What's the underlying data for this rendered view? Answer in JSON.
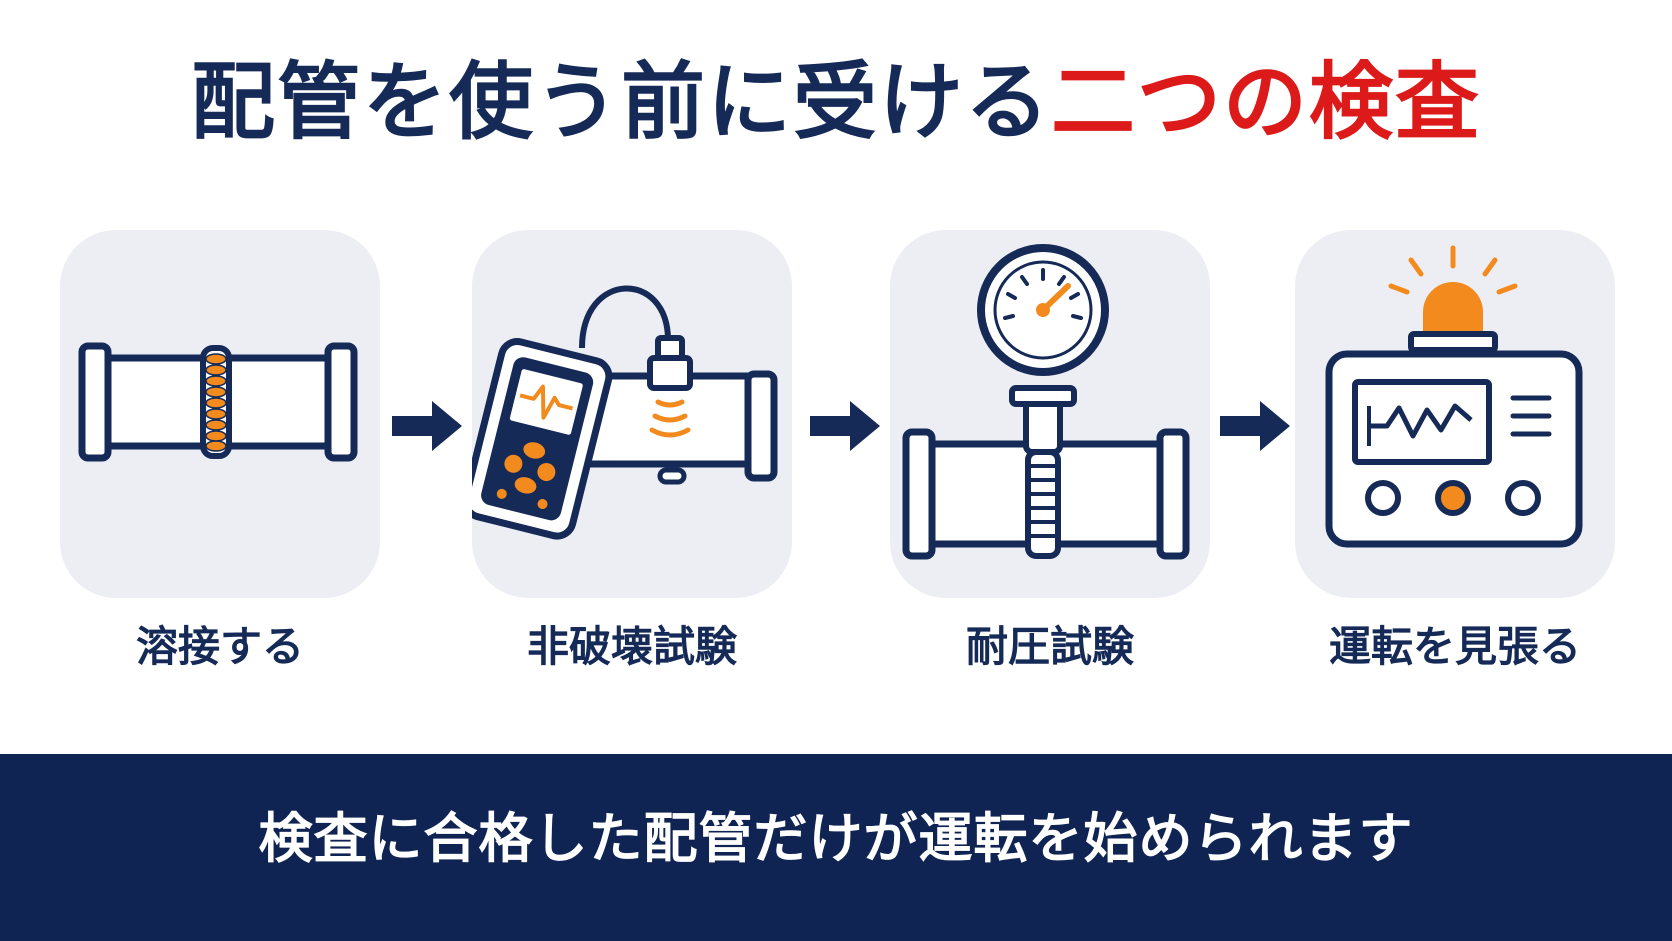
{
  "title": {
    "main": "配管を使う前に受ける",
    "accent": "二つの検査"
  },
  "steps": [
    {
      "label": "溶接する",
      "icon": "welded-pipe-icon"
    },
    {
      "label": "非破壊試験",
      "icon": "ultrasonic-tester-icon"
    },
    {
      "label": "耐圧試験",
      "icon": "pressure-gauge-icon"
    },
    {
      "label": "運転を見張る",
      "icon": "monitor-alarm-icon"
    }
  ],
  "footer": {
    "text": "検査に合格した配管だけが運転を始められます"
  },
  "colors": {
    "navy": "#152a57",
    "accent_red": "#dd1a1a",
    "orange": "#f28a1e",
    "card_bg": "#edeef3",
    "footer_bg": "#0f2452"
  }
}
